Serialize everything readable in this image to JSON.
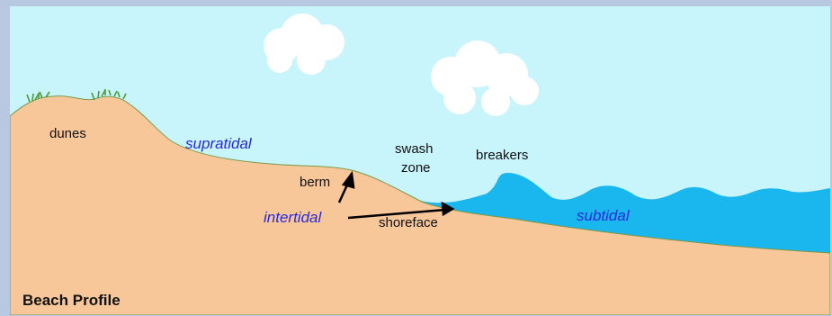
{
  "labels": {
    "dunes": "dunes",
    "supratidal": "supratidal",
    "berm": "berm",
    "swash_1": "swash",
    "swash_2": "zone",
    "breakers": "breakers",
    "intertidal": "intertidal",
    "shoreface": "shoreface",
    "subtidal": "subtidal",
    "title": "Beach Profile"
  },
  "colors": {
    "sky": "#c8f4fb",
    "sand": "#f7c79a",
    "water": "#1ab6ee",
    "zone_text": "#2a2ad8",
    "frame": "#b8c8e0",
    "grass": "#4e9a3a"
  }
}
